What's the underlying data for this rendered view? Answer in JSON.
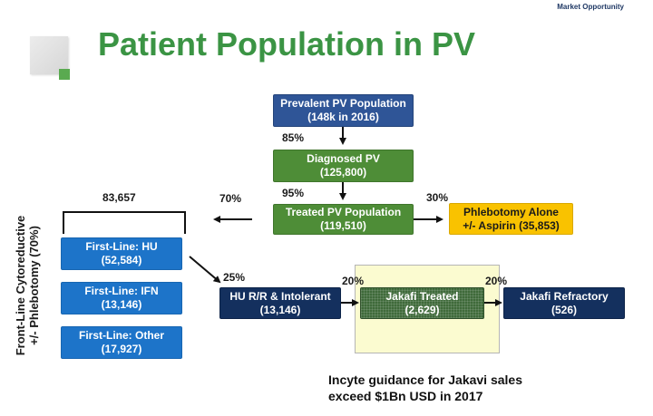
{
  "header": {
    "tag": "Market Opportunity",
    "title": "Patient Population in PV"
  },
  "boxes": {
    "prevalent": {
      "line1": "Prevalent PV Population",
      "line2": "(148k in 2016)"
    },
    "diagnosed": {
      "line1": "Diagnosed PV",
      "line2": "(125,800)"
    },
    "treated": {
      "line1": "Treated PV Population",
      "line2": "(119,510)"
    },
    "phlebotomy": {
      "line1": "Phlebotomy Alone",
      "line2": "+/- Aspirin (35,853)"
    },
    "firstline_hu": {
      "line1": "First-Line: HU",
      "line2": "(52,584)"
    },
    "firstline_ifn": {
      "line1": "First-Line: IFN",
      "line2": "(13,146)"
    },
    "firstline_other": {
      "line1": "First-Line: Other",
      "line2": "(17,927)"
    },
    "hu_rr": {
      "line1": "HU R/R & Intolerant",
      "line2": "(13,146)"
    },
    "jakafi_treated": {
      "line1": "Jakafi Treated",
      "line2": "(2,629)"
    },
    "jakafi_refractory": {
      "line1": "Jakafi Refractory",
      "line2": "(526)"
    }
  },
  "percentages": {
    "diagnosed": "85%",
    "treated": "95%",
    "cytoreductive": "70%",
    "phlebotomy": "30%",
    "hu_rr": "25%",
    "jakafi_treated": "20%",
    "jakafi_refractory": "20%"
  },
  "bracket_total": "83,657",
  "side_label": {
    "line1": "Front-Line Cytoreductive",
    "line2": "+/- Phlebotomy (70%)"
  },
  "guidance": {
    "line1": "Incyte guidance for Jakavi sales",
    "line2": "exceed $1Bn USD in 2017"
  },
  "colors": {
    "title_green": "#3b9444",
    "box_dark_blue": "#2f5597",
    "box_green": "#4e8d37",
    "box_blue": "#1d74c9",
    "box_navy": "#14305e",
    "box_gold": "#f9c200",
    "highlight_yellow": "#fbfbd0"
  }
}
